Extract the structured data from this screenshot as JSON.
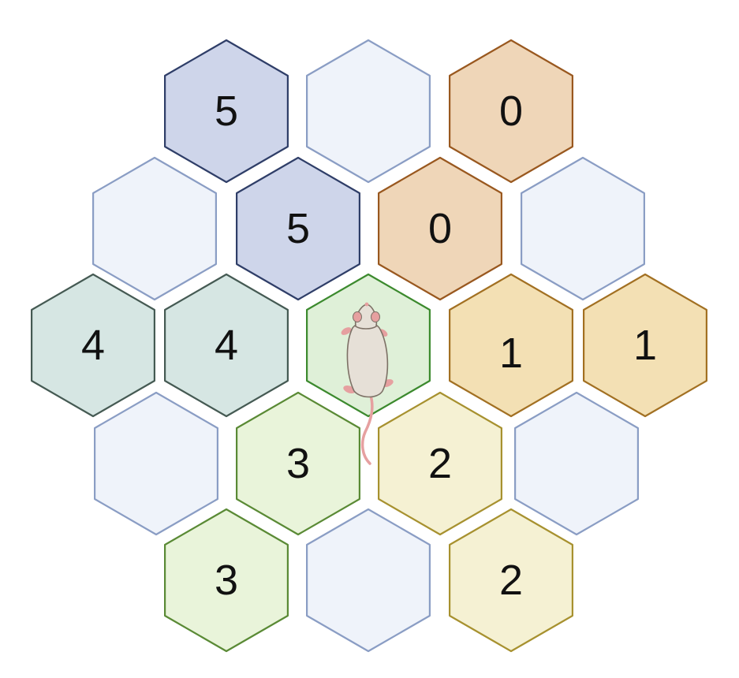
{
  "grid": {
    "cells": [
      {
        "id": "r0c0",
        "label": "5",
        "fill": "#ced5ea",
        "stroke": "#2f3e68"
      },
      {
        "id": "r0c1",
        "label": "",
        "fill": "#eff3fa",
        "stroke": "#8a9dc4"
      },
      {
        "id": "r0c2",
        "label": "0",
        "fill": "#efd6b8",
        "stroke": "#99581f"
      },
      {
        "id": "r1c0",
        "label": "",
        "fill": "#eff3fa",
        "stroke": "#8a9dc4"
      },
      {
        "id": "r1c1",
        "label": "5",
        "fill": "#ced5ea",
        "stroke": "#2f3e68"
      },
      {
        "id": "r1c2",
        "label": "0",
        "fill": "#efd6b8",
        "stroke": "#99581f"
      },
      {
        "id": "r1c3",
        "label": "",
        "fill": "#eff3fa",
        "stroke": "#8a9dc4"
      },
      {
        "id": "r2c0",
        "label": "4",
        "fill": "#d6e6e3",
        "stroke": "#455a53"
      },
      {
        "id": "r2c1",
        "label": "4",
        "fill": "#d6e6e3",
        "stroke": "#455a53"
      },
      {
        "id": "r2c2",
        "label": "",
        "fill": "#dff0d8",
        "stroke": "#3c8a2e",
        "has_mouse": true
      },
      {
        "id": "r2c3",
        "label": "1",
        "fill": "#f3e0b4",
        "stroke": "#a27022"
      },
      {
        "id": "r2c4",
        "label": "1",
        "fill": "#f3e0b4",
        "stroke": "#a27022"
      },
      {
        "id": "r3c0",
        "label": "",
        "fill": "#eff3fa",
        "stroke": "#8a9dc4"
      },
      {
        "id": "r3c1",
        "label": "3",
        "fill": "#e9f4da",
        "stroke": "#5a8a35"
      },
      {
        "id": "r3c2",
        "label": "2",
        "fill": "#f5f1d3",
        "stroke": "#a7912f"
      },
      {
        "id": "r3c3",
        "label": "",
        "fill": "#eff3fa",
        "stroke": "#8a9dc4"
      },
      {
        "id": "r4c0",
        "label": "3",
        "fill": "#e9f4da",
        "stroke": "#5a8a35"
      },
      {
        "id": "r4c1",
        "label": "",
        "fill": "#eff3fa",
        "stroke": "#8a9dc4"
      },
      {
        "id": "r4c2",
        "label": "2",
        "fill": "#f5f1d3",
        "stroke": "#a7912f"
      }
    ]
  },
  "mouse": {
    "icon": "mouse-icon",
    "body_color": "#e6e0d7",
    "outline_color": "#7d7166",
    "pink_color": "#e6a0a0"
  }
}
